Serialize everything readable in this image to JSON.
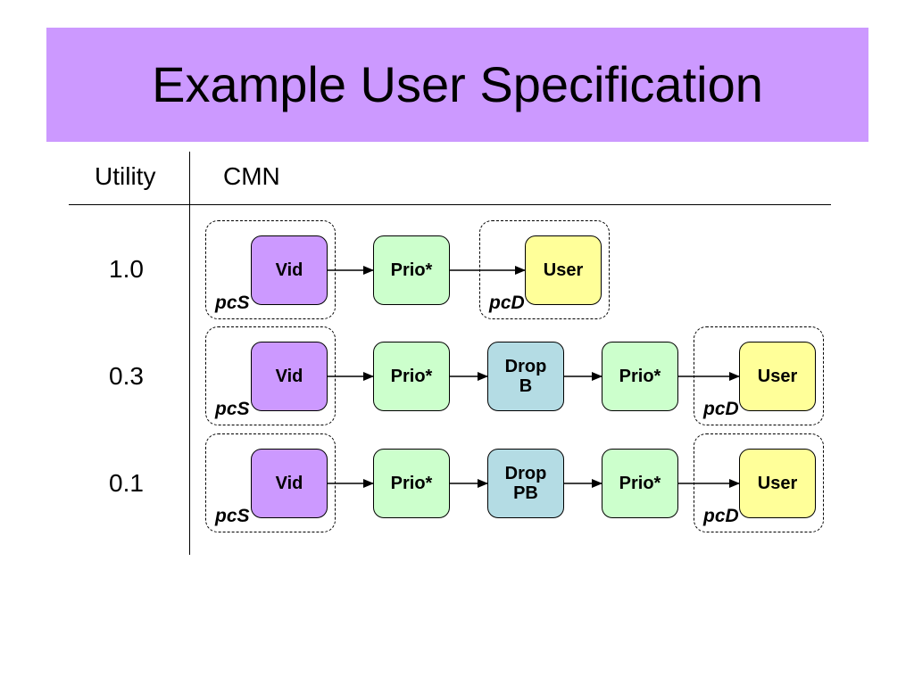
{
  "title": "Example User Specification",
  "headers": {
    "utility": "Utility",
    "cmn": "CMN"
  },
  "rows": [
    {
      "utility": "1.0",
      "nodes": [
        {
          "kind": "vid",
          "lines": [
            "Vid"
          ]
        },
        {
          "kind": "prio",
          "lines": [
            "Prio*"
          ]
        },
        {
          "kind": "user",
          "lines": [
            "User"
          ]
        }
      ],
      "groups": [
        {
          "label": "pcS"
        },
        {
          "label": "pcD"
        }
      ]
    },
    {
      "utility": "0.3",
      "nodes": [
        {
          "kind": "vid",
          "lines": [
            "Vid"
          ]
        },
        {
          "kind": "prio",
          "lines": [
            "Prio*"
          ]
        },
        {
          "kind": "drop",
          "lines": [
            "Drop",
            "B"
          ]
        },
        {
          "kind": "prio",
          "lines": [
            "Prio*"
          ]
        },
        {
          "kind": "user",
          "lines": [
            "User"
          ]
        }
      ],
      "groups": [
        {
          "label": "pcS"
        },
        {
          "label": "pcD"
        }
      ]
    },
    {
      "utility": "0.1",
      "nodes": [
        {
          "kind": "vid",
          "lines": [
            "Vid"
          ]
        },
        {
          "kind": "prio",
          "lines": [
            "Prio*"
          ]
        },
        {
          "kind": "drop",
          "lines": [
            "Drop",
            "PB"
          ]
        },
        {
          "kind": "prio",
          "lines": [
            "Prio*"
          ]
        },
        {
          "kind": "user",
          "lines": [
            "User"
          ]
        }
      ],
      "groups": [
        {
          "label": "pcS"
        },
        {
          "label": "pcD"
        }
      ]
    }
  ],
  "colors": {
    "title_bar": "#cc99ff",
    "vid": "#cc99ff",
    "prio": "#ccffcc",
    "drop": "#b4dce4",
    "user": "#ffff99"
  }
}
